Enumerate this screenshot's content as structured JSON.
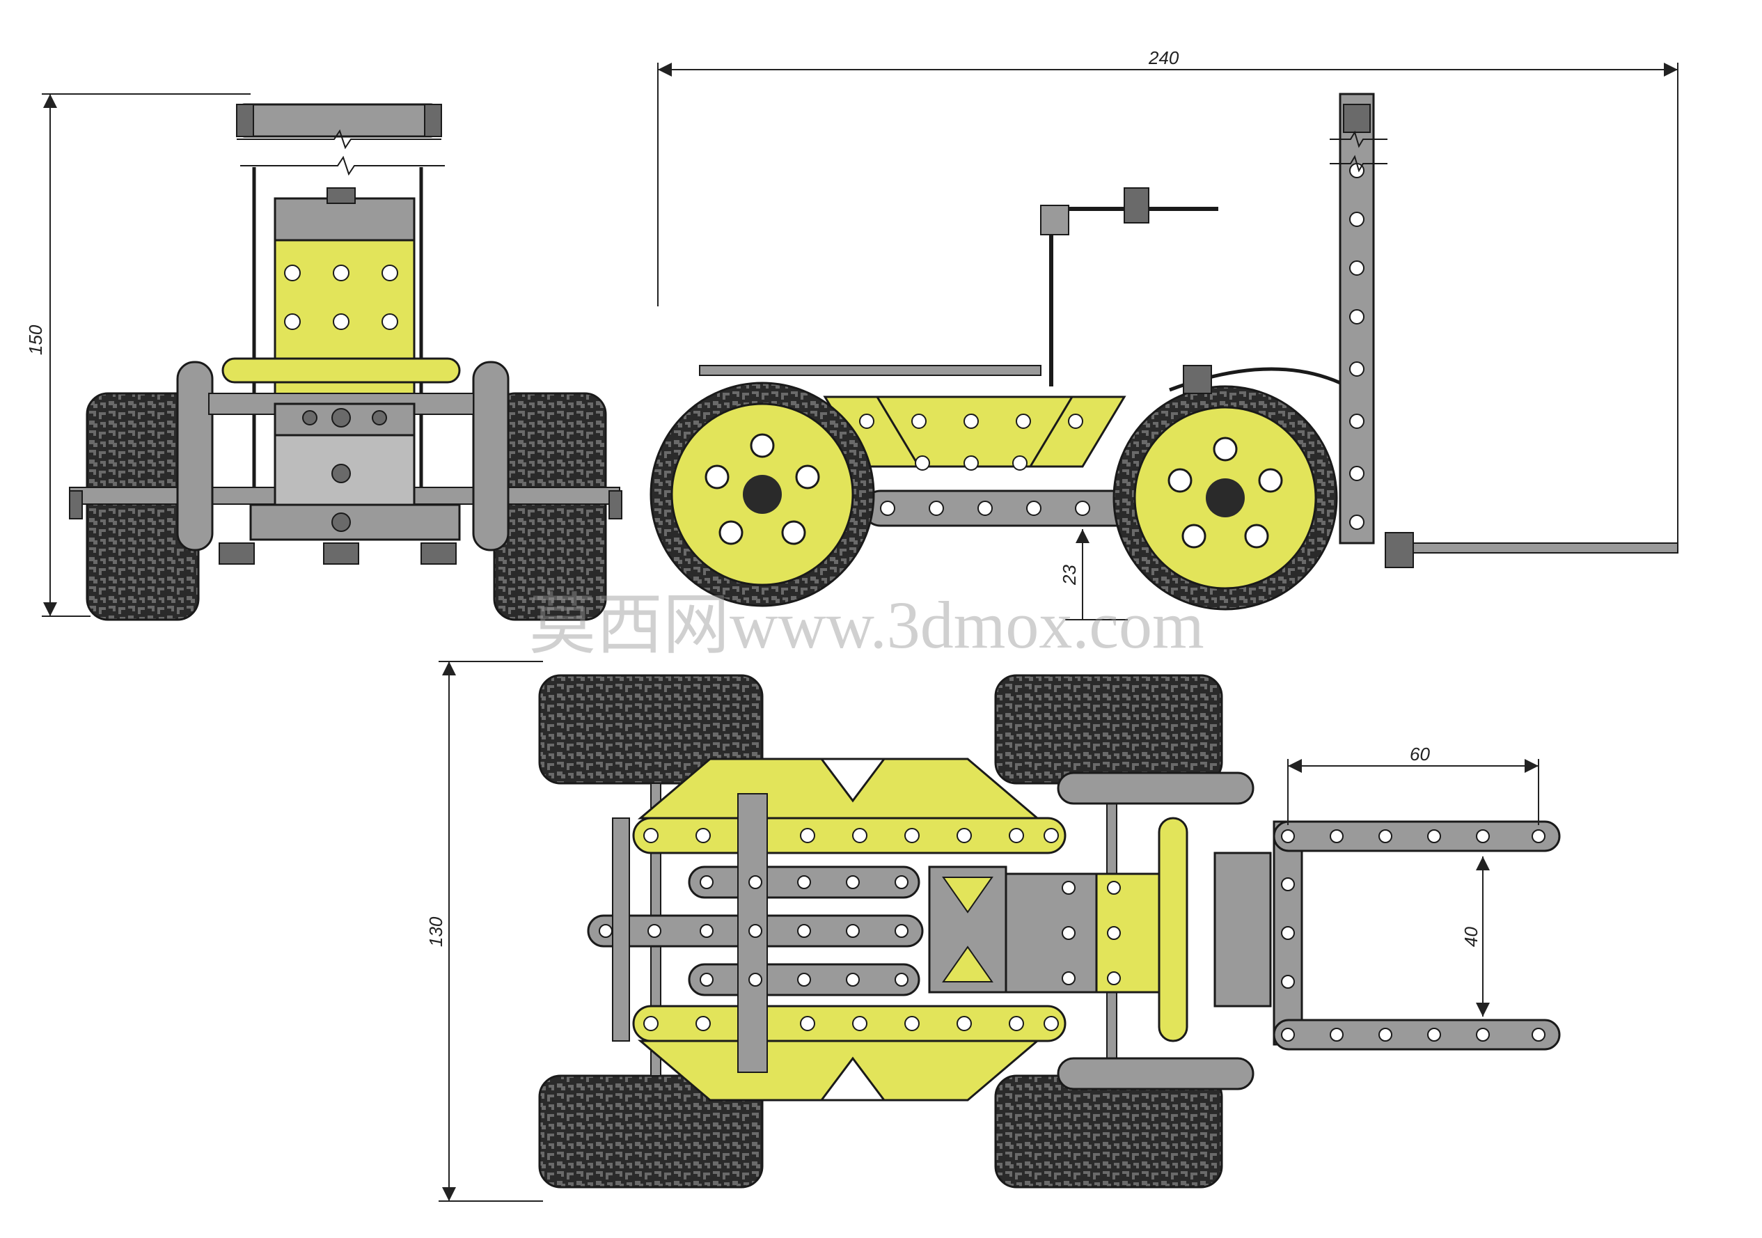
{
  "dimensions": {
    "front_height": "150",
    "side_length": "240",
    "side_clearance": "23",
    "top_width": "130",
    "top_fork_length": "60",
    "top_fork_gap": "40"
  },
  "watermark": "莫西网www.3dmox.com",
  "colors": {
    "plate_yellow": "#e2e45a",
    "steel_gray": "#9a9a9a",
    "dark_steel": "#5a5a5a",
    "tire_black": "#2a2a2a",
    "outline": "#1a1a1a"
  }
}
